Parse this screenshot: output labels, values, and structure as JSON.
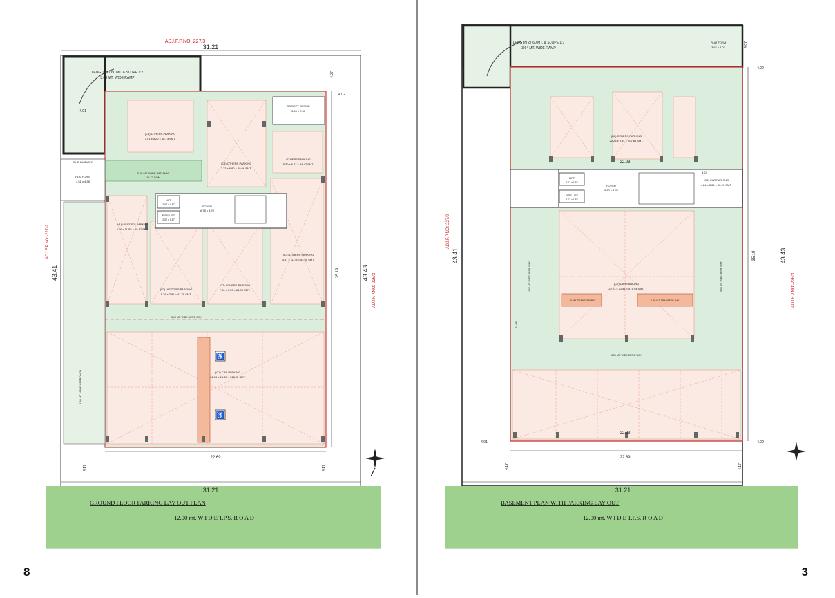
{
  "left_sheet": {
    "page_number": "8",
    "plan_title": "GROUND FLOOR PARKING LAY OUT PLAN",
    "road_label": "12.00 mt. W I D E  T.P.S.  R O A D",
    "adj_top": "ADJ.F.P.NO:-227/3",
    "adj_left": "ADJ.F.P.NO:-227/2",
    "adj_right": "ADJ.F.P.NO:-226/3",
    "dim_top": "31.21",
    "dim_bottom": "31.21",
    "dim_left": "43.41",
    "dim_right": "43.43",
    "dim_inner_right": "35.19",
    "dim_inner_bottom": "22.69",
    "dim_topright": "4.07",
    "dim_setback_right": "4.02",
    "dim_setback_left": "4.01",
    "dim_bottom_left": "4.17",
    "dim_bottom_right": "4.17",
    "ramp_label": "LENGTH 27.60 MT. & SLOPE 1:7",
    "ramp_width": "3.64 MT. WIDE RAMP",
    "platform_label": "PLATFORM",
    "platform_size": "4.51 x 4.58",
    "basement_label": "CH AT BASEMENT",
    "society_office": "SOCIETY OFFICE",
    "society_office_size": "3.69 x 2.50",
    "lift_label": "LIFT",
    "lift_size": "2.07 x 1.57",
    "fire_lift_label": "FIRE LIFT",
    "fire_lift_size": "2.07 x 1.57",
    "foyer_label": "FOYER",
    "foyer_size": "6.78 x 3.70",
    "pathway_label": "3.00 MT. WIDE PATHWAY",
    "pathway_area": "11.72 SQM",
    "parking_c6": "(C6) OTHERS PARKING",
    "parking_c6_area": "3.91 x 5.20 = 18.73 SMT.",
    "parking_c4": "(C4) OTHERS PARKING",
    "parking_c4_area": "7.22 x 6.80 = 49.06 SMT.",
    "parking_c5": "OTHERS PARKING",
    "parking_c5_area": "5.30 x 6.47 = 34.42 SMT.",
    "parking_v1": "(V1) VISITOR'S PARKING",
    "parking_v1_area": "5.09 x 11.55 = 58.87 SMT.",
    "parking_v2": "(V2) VISITOR'S PARKING",
    "parking_v2_area": "5.29 x 7.91 = 41.78 SMT.",
    "parking_c7": "(C7) OTHERS PARKING",
    "parking_c7_area": "7.60 x 7.90 = 61.90 SMT.",
    "parking_c3": "(C3) OTHERS PARKING",
    "parking_c3_area": "4.47 x 11.78 = 52.65 SMT.",
    "parking_c1": "(C1) CAR PARKING",
    "parking_c1_area": "22.69 x 13.80 = 313.26 SMT.",
    "approach_label": "4.50 MT. WIDE APPROACH",
    "drive_way": "3.10 MT. WIDE DRIVE WAY"
  },
  "right_sheet": {
    "page_number": "3",
    "plan_title": "BASEMENT PLAN WITH PARKING LAY OUT",
    "road_label": "12.00 mt. W I D E  T.P.S.  R O A D",
    "adj_left": "ADJ.F.P.NO:-227/2",
    "adj_right": "ADJ.F.P.NO:-226/3",
    "dim_bottom": "31.21",
    "dim_left": "43.41",
    "dim_right": "43.43",
    "dim_inner_right": "35.19",
    "dim_inner_bottom": "22.69",
    "dim_inner_top": "22.23",
    "dim_inner_mid": "22.23",
    "dim_topright": "4.07",
    "dim_setback_right": "4.02",
    "dim_setback_right2": "4.02",
    "dim_setback_left": "4.01",
    "dim_bottom_left": "4.17",
    "dim_bottom_right": "4.17",
    "ramp_label": "LENGTH 27.60 MT. & SLOPE 1:7",
    "ramp_width": "3.64 MT. WIDE RAMP",
    "platform_label": "PLAT FORM",
    "platform_size": "3.67 x 4.07",
    "lift_label": "LIFT",
    "lift_size": "2.07 x 1.57",
    "fire_lift_label": "FIRE LIFT",
    "fire_lift_size": "2.07 x 1.57",
    "foyer_label": "FOYER",
    "foyer_size": "5.80 x 3.70",
    "parking_b6": "(B6) OTHERS PARKING",
    "parking_b6_area": "22.23 x 9.54 = 207.65 SMT.",
    "parking_c3": "(C3) CAR PARKING",
    "parking_c3_area": "4.24 x 3.66 = 15.07 SMT.",
    "parking_c2": "(C2) CAR PARKING",
    "parking_c2_area": "22.23 x 21.41 = 475.94 SMT.",
    "transfer_bay": "1.20 MT. TRANSFER BAY",
    "drive_way": "3.20 MT. WIDE DRIVE WAY",
    "drive_way_side": "4.00 MT. WIDE DRIVE WAY",
    "dim_4_24": "4.24",
    "dim_21_41": "21.41"
  },
  "colors": {
    "plan_green": "#dbeede",
    "road_green": "#9ed08e",
    "wall": "#222222",
    "red_line": "#d04040",
    "hatch": "#e9a08a",
    "adj_text": "#cc2222"
  }
}
